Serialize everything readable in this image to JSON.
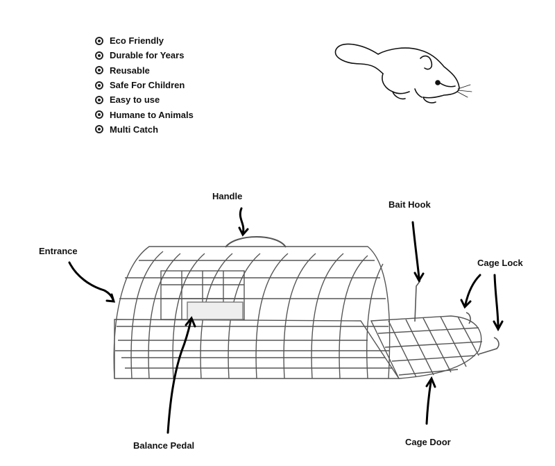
{
  "features": [
    "Eco Friendly",
    "Durable for Years",
    "Reusable",
    "Safe For Children",
    "Easy to use",
    "Humane to Animals",
    "Multi Catch"
  ],
  "labels": {
    "handle": "Handle",
    "bait_hook": "Bait Hook",
    "entrance": "Entrance",
    "cage_lock": "Cage Lock",
    "balance_pedal": "Balance Pedal",
    "cage_door": "Cage Door"
  }
}
